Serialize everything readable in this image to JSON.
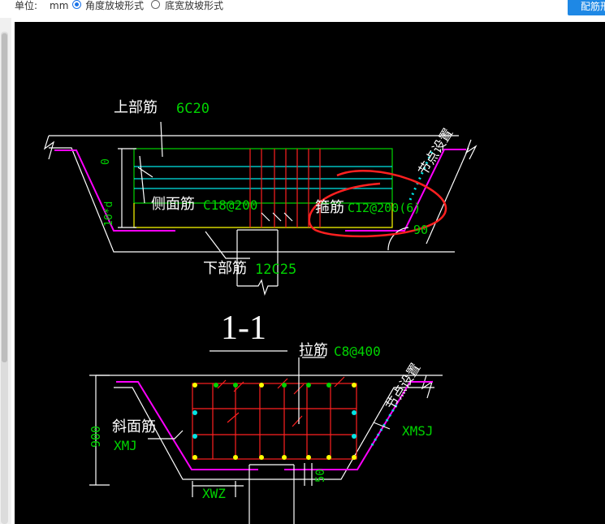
{
  "toolbar": {
    "unit_label": "单位:",
    "unit_value": "mm",
    "option_angle": "角度放坡形式",
    "option_width": "底宽放坡形式",
    "config_button": "配筋形"
  },
  "colors": {
    "canvas_bg": "#000000",
    "rebar_red": "#ff2020",
    "outline_yellow": "#ffff00",
    "cyan": "#00e5e5",
    "magenta": "#ff00ff",
    "text_green": "#00d400",
    "button_blue": "#1e88e5"
  },
  "drawing": {
    "top_rebar_name": "上部筋",
    "top_rebar_spec": "6C20",
    "dim_zero": "0",
    "dim_10d": "10*d",
    "side_rebar_name": "侧面筋",
    "side_rebar_spec": "C18@200",
    "stirrup_name": "箍筋",
    "stirrup_spec": "C12@200(6)",
    "angle_90": "90",
    "node_setting_1": "节点设置",
    "bottom_rebar_name": "下部筋",
    "bottom_rebar_spec": "12C25",
    "section_label": "1-1",
    "tie_rebar_name": "拉筋",
    "tie_rebar_spec": "C8@400",
    "node_setting_2": "节点设置",
    "dim_900": "900",
    "slope_rebar_name": "斜面筋",
    "slope_rebar_spec": "XMJ",
    "xmsj": "XMSJ",
    "dim_50": "50",
    "xwz": "XWZ"
  }
}
